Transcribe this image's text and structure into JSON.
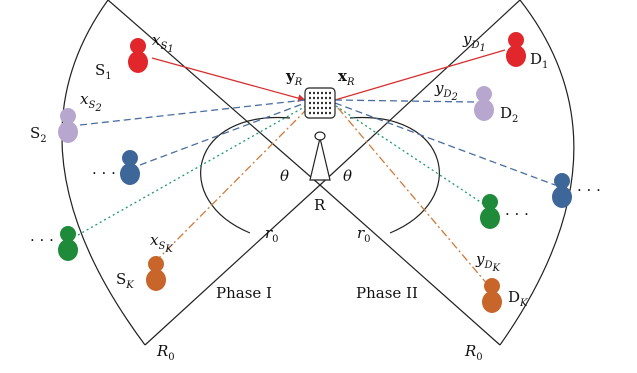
{
  "colors": {
    "red": "#e1262c",
    "lilac": "#b7a7cf",
    "blue": "#3d6699",
    "green": "#1e8a3a",
    "orange": "#c7652a",
    "line_red": "#d63131",
    "line_blue": "#4a6fa0",
    "line_green": "#1e9a6a",
    "line_orange": "#d07a3a"
  },
  "labels": {
    "s1": "S",
    "s1_sub": "1",
    "s2": "S",
    "s2_sub": "2",
    "sk": "S",
    "sk_sub": "K",
    "d1": "D",
    "d1_sub": "1",
    "d2": "D",
    "d2_sub": "2",
    "dk": "D",
    "dk_sub": "K",
    "xs": "x",
    "xs_sub": "S",
    "yd": "y",
    "yd_sub": "D",
    "yR": "y",
    "xR": "x",
    "R_sub": "R",
    "relay": "R",
    "theta_left": "θ",
    "theta_right": "θ",
    "r0_left": "r",
    "r0_right": "r",
    "r0_sub": "0",
    "R0_left": "R",
    "R0_right": "R",
    "R0_sub": "0",
    "phase1": "Phase I",
    "phase2": "Phase II",
    "dots_left_1": "· · ·",
    "dots_left_2": "· · ·",
    "dots_right_1": "· · ·",
    "dots_right_2": "· · ·"
  },
  "icons": {
    "user": "user-icon",
    "relay_antenna": "antenna-tower-icon"
  }
}
